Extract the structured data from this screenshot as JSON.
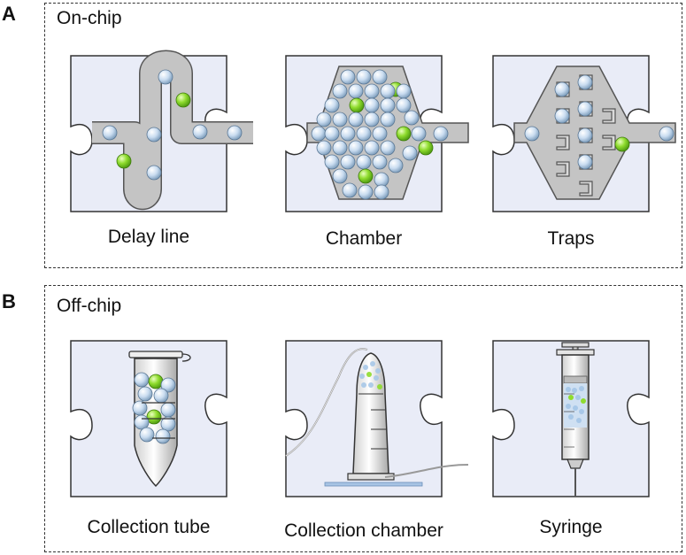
{
  "panels": [
    {
      "letter": "A",
      "title": "On-chip",
      "items": [
        {
          "label": "Delay line",
          "icon": "delay-line-icon"
        },
        {
          "label": "Chamber",
          "icon": "chamber-icon"
        },
        {
          "label": "Traps",
          "icon": "traps-icon"
        }
      ]
    },
    {
      "letter": "B",
      "title": "Off-chip",
      "items": [
        {
          "label": "Collection tube",
          "icon": "collection-tube-icon"
        },
        {
          "label": "Collection chamber",
          "icon": "collection-chamber-icon"
        },
        {
          "label": "Syringe",
          "icon": "syringe-icon"
        }
      ]
    }
  ],
  "colors": {
    "puzzle_fill": "#e9ecf7",
    "channel_fill": "#c4c4c4",
    "bead": "#c9dcf0",
    "bead_highlight": "#7fd32a"
  }
}
